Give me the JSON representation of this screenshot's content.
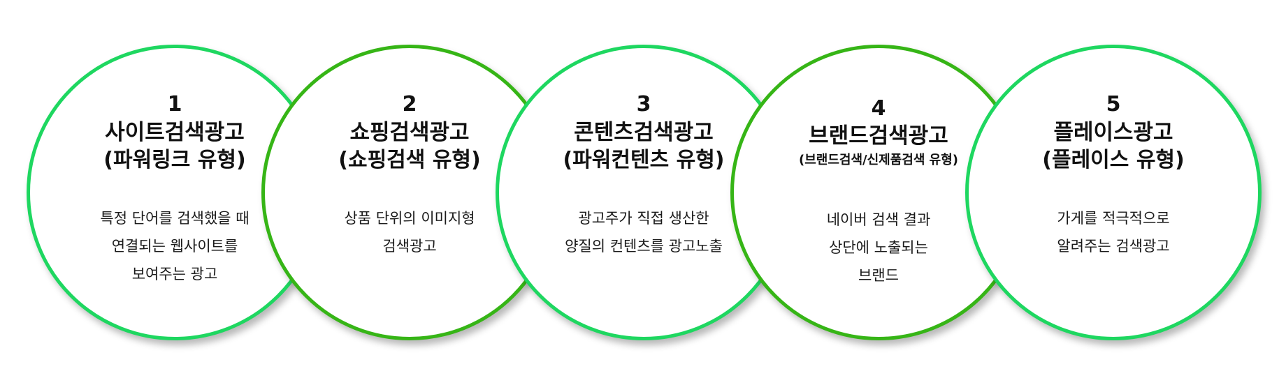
{
  "colors": {
    "ring_light": "#1ed760",
    "ring_dark": "#36b516",
    "text": "#111111"
  },
  "items": [
    {
      "number": "1",
      "title": "사이트검색광고",
      "subtitle": "(파워링크 유형)",
      "description": [
        "특정 단어를 검색했을 때",
        "연결되는 웹사이트를",
        "보여주는 광고"
      ]
    },
    {
      "number": "2",
      "title": "쇼핑검색광고",
      "subtitle": "(쇼핑검색 유형)",
      "description": [
        "상품 단위의 이미지형",
        "검색광고"
      ]
    },
    {
      "number": "3",
      "title": "콘텐츠검색광고",
      "subtitle": "(파워컨텐츠 유형)",
      "description": [
        "광고주가 직접 생산한",
        "양질의 컨텐츠를 광고노출"
      ]
    },
    {
      "number": "4",
      "title": "브랜드검색광고",
      "subtitle": "(브랜드검색/신제품검색 유형)",
      "description": [
        "네이버 검색 결과",
        "상단에 노출되는",
        "브랜드"
      ]
    },
    {
      "number": "5",
      "title": "플레이스광고",
      "subtitle": "(플레이스 유형)",
      "description": [
        "가게를 적극적으로",
        "알려주는 검색광고"
      ]
    }
  ]
}
